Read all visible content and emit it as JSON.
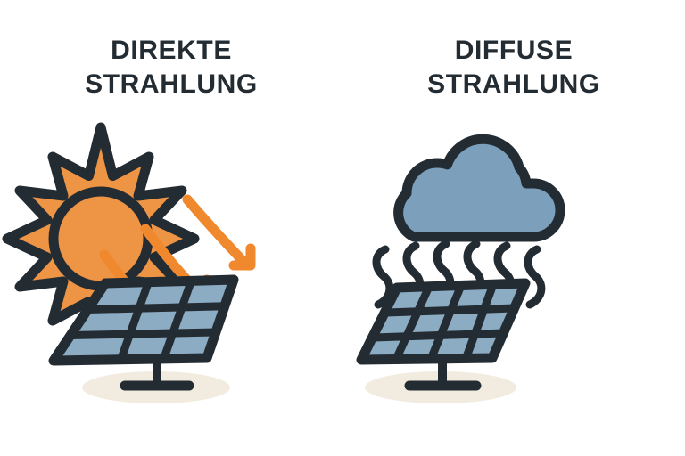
{
  "figure": {
    "background_color": "#FFFFFF",
    "outline_color": "#242C33",
    "sun_color": "#EE9445",
    "arrow_color": "#F0892E",
    "panel_cell_color": "#8CACC4",
    "cloud_color": "#7CA0BC",
    "shadow_color": "#F2EBDF"
  },
  "left": {
    "title": "DIREKTE\nSTRAHLUNG",
    "title_line1": "DIREKTE",
    "title_line2": "STRAHLUNG",
    "sun": {
      "label": "sun",
      "points": 8,
      "fill": "#EE9445"
    },
    "rays": {
      "label": "direct sunbeam arrows",
      "count": 3,
      "color": "#F0892E",
      "direction": "down-right"
    },
    "solar_panel": {
      "label": "solar panel",
      "columns": 3,
      "rows": 3,
      "cell_color": "#8CACC4",
      "has_stand": true,
      "has_shadow": true
    }
  },
  "right": {
    "title": "DIFFUSE\nSTRAHLUNG",
    "title_line1": "DIFFUSE",
    "title_line2": "STRAHLUNG",
    "cloud": {
      "label": "cloud",
      "fill": "#7CA0BC"
    },
    "rays": {
      "label": "diffuse squiggly rays",
      "count": 6,
      "color": "#242C33",
      "style": "wavy"
    },
    "solar_panel": {
      "label": "solar panel",
      "columns": 4,
      "rows": 3,
      "cell_color": "#8CACC4",
      "has_stand": true,
      "has_shadow": true
    }
  }
}
